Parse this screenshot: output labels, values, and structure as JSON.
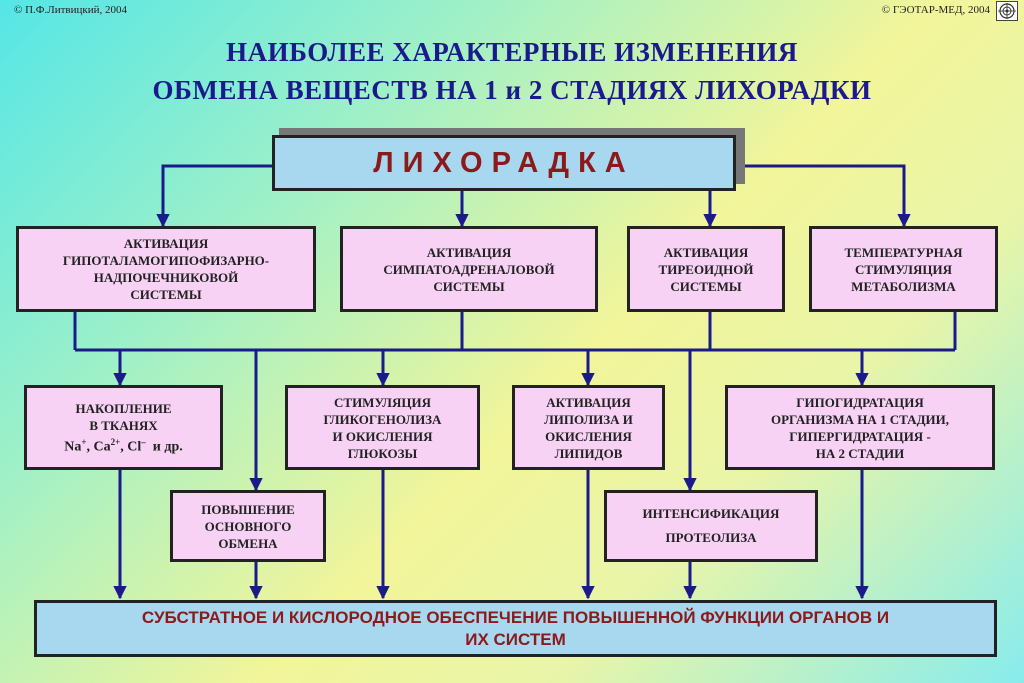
{
  "copyright_left": "© П.Ф.Литвицкий, 2004",
  "copyright_right": "© ГЭОТАР-МЕД, 2004",
  "title_line1": "НАИБОЛЕЕ  ХАРАКТЕРНЫЕ  ИЗМЕНЕНИЯ",
  "title_line2": "ОБМЕНА  ВЕЩЕСТВ  НА  1 и  2  СТАДИЯХ  ЛИХОРАДКИ",
  "root": "ЛИХОРАДКА",
  "level1": [
    {
      "lines": [
        "АКТИВАЦИЯ",
        "ГИПОТАЛАМОГИПОФИЗАРНО-",
        "НАДПОЧЕЧНИКОВОЙ",
        "СИСТЕМЫ"
      ]
    },
    {
      "lines": [
        "АКТИВАЦИЯ",
        "СИМПАТОАДРЕНАЛОВОЙ",
        "СИСТЕМЫ"
      ]
    },
    {
      "lines": [
        "АКТИВАЦИЯ",
        "ТИРЕОИДНОЙ",
        "СИСТЕМЫ"
      ]
    },
    {
      "lines": [
        "ТЕМПЕРАТУРНАЯ",
        "СТИМУЛЯЦИЯ",
        "МЕТАБОЛИЗМА"
      ]
    }
  ],
  "level2": [
    {
      "lines": [
        "НАКОПЛЕНИЕ",
        "В  ТКАНЯХ"
      ],
      "ions": {
        "na": "Na",
        "na_sup": "+",
        "ca": "Ca",
        "ca_sup": "2+",
        "cl": "Cl",
        "cl_sup": "–",
        "tail": "и др."
      }
    },
    {
      "lines": [
        "СТИМУЛЯЦИЯ",
        "ГЛИКОГЕНОЛИЗА",
        "И  ОКИСЛЕНИЯ",
        "ГЛЮКОЗЫ"
      ]
    },
    {
      "lines": [
        "АКТИВАЦИЯ",
        "ЛИПОЛИЗА  И",
        "ОКИСЛЕНИЯ",
        "ЛИПИДОВ"
      ]
    },
    {
      "lines": [
        "ГИПОГИДРАТАЦИЯ",
        "ОРГАНИЗМА  НА 1 СТАДИИ,",
        "ГИПЕРГИДРАТАЦИЯ -",
        "НА 2 СТАДИИ"
      ]
    }
  ],
  "level3": [
    {
      "lines": [
        "ПОВЫШЕНИЕ",
        "ОСНОВНОГО",
        "ОБМЕНА"
      ]
    },
    {
      "lines": [
        "ИНТЕНСИФИКАЦИЯ",
        "ПРОТЕОЛИЗА"
      ]
    }
  ],
  "bottom": {
    "lines": [
      "СУБСТРАТНОЕ  И  КИСЛОРОДНОЕ ОБЕСПЕЧЕНИЕ  ПОВЫШЕННОЙ  ФУНКЦИИ  ОРГАНОВ   И",
      "ИХ  СИСТЕМ"
    ]
  },
  "colors": {
    "line": "#1a1a8c",
    "box_fill": "#f7d2f5",
    "root_fill": "#a8d8f0",
    "title": "#1a1a8c",
    "root_text": "#8b1a1a"
  },
  "icons": {
    "logo": "geotar-logo-icon"
  }
}
